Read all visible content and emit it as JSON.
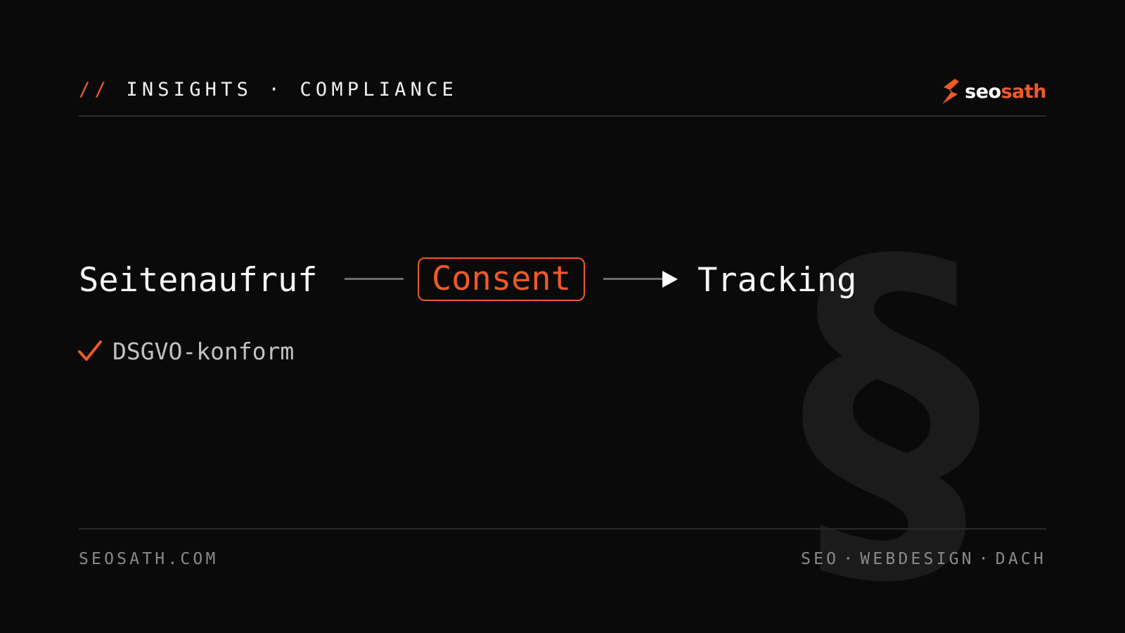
{
  "header": {
    "kicker_prefix": "//",
    "kicker_section": "INSIGHTS",
    "kicker_separator": "·",
    "kicker_topic": "COMPLIANCE"
  },
  "logo": {
    "icon": "s-bolt-logo-icon",
    "text_light": "seo",
    "text_accent": "sath"
  },
  "flow": {
    "steps": [
      {
        "label": "Seitenaufruf"
      },
      {
        "label": "Consent"
      },
      {
        "label": "Tracking"
      }
    ]
  },
  "check": {
    "icon": "checkmark-icon",
    "label": "DSGVO-konform"
  },
  "watermark": {
    "glyph": "§"
  },
  "footer": {
    "domain": "SEOSATH.COM",
    "tags": [
      "SEO",
      "WEBDESIGN",
      "DACH"
    ],
    "tag_separator": "·"
  },
  "colors": {
    "background": "#0a0a0a",
    "accent": "#ef5a27",
    "text": "#f6f6f6",
    "muted": "#8a8a8a",
    "rule": "#2a2a2a",
    "watermark": "#1b1b1b"
  }
}
